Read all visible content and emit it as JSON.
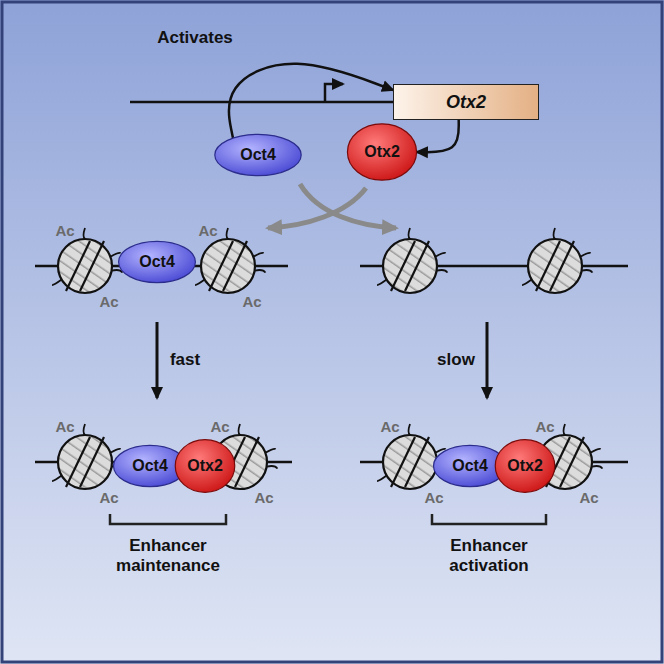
{
  "diagram": {
    "nodes": [
      {
        "text": [
          "Otx2"
        ]
      },
      {
        "text": [
          "Oct4"
        ]
      },
      {
        "text": [
          "Otx2"
        ]
      },
      {
        "text": [
          "Oct4"
        ]
      },
      {
        "text": [
          "Oct4"
        ]
      },
      {
        "text": [
          "Otx2"
        ]
      },
      {
        "text": [
          "Oct4"
        ]
      },
      {
        "text": [
          "Otx2"
        ]
      }
    ],
    "edges": [
      {
        "from": 1,
        "to": 0,
        "label": "Activates",
        "arrow": "to"
      },
      {
        "from": 0,
        "to": 2,
        "arrow": "to"
      }
    ],
    "labels": [
      "Ac",
      "Ac",
      "Ac",
      "Ac",
      "fast",
      "slow",
      "Ac",
      "Ac",
      "Ac",
      "Ac",
      "Ac",
      "Ac",
      "Ac",
      "Ac",
      "Enhancer maintenance",
      "Enhancer activation"
    ]
  }
}
